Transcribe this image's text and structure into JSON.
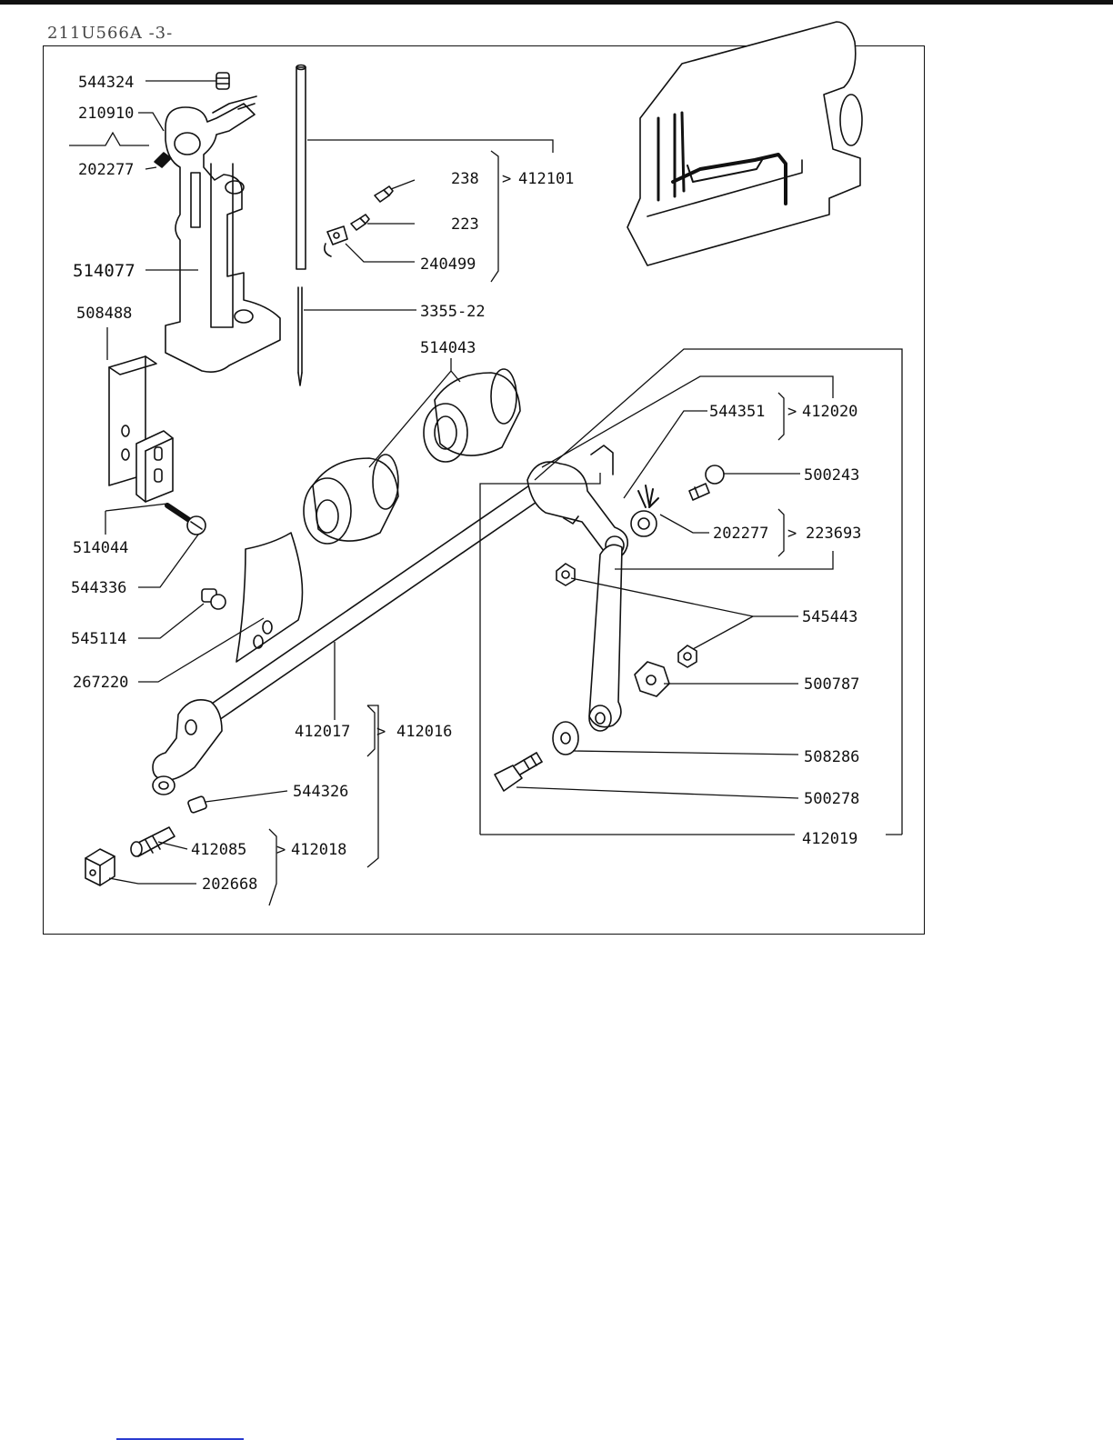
{
  "header": {
    "doc_code": "211U566A -3-"
  },
  "labels": {
    "p544324": "544324",
    "p210910": "210910",
    "p202277a": "202277",
    "p514077": "514077",
    "p508488": "508488",
    "p238": "238",
    "p223": "223",
    "p240499": "240499",
    "p412101": "412101",
    "p3355_22": "3355-22",
    "p514043": "514043",
    "p544351": "544351",
    "p412020": "412020",
    "p500243": "500243",
    "p202277b": "202277",
    "p223693": "223693",
    "p545443": "545443",
    "p500787": "500787",
    "p508286": "508286",
    "p500278": "500278",
    "p412019": "412019",
    "p514044": "514044",
    "p544336": "544336",
    "p545114": "545114",
    "p267220": "267220",
    "p412017": "412017",
    "p412016": "412016",
    "p544326": "544326",
    "p412085": "412085",
    "p412018": "412018",
    "p202668": "202668"
  }
}
